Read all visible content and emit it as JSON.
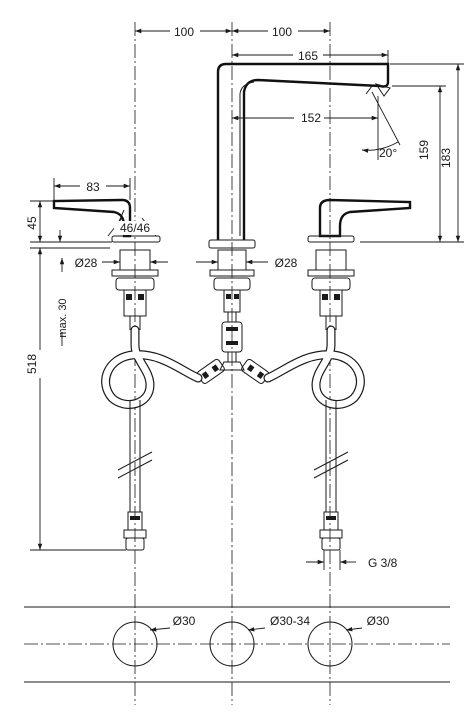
{
  "dimensions": {
    "spacing_left": "100",
    "spacing_right": "100",
    "spout_reach_total": "165",
    "spout_reach_outlet": "152",
    "spout_angle": "20°",
    "spout_outlet_height": "159",
    "spout_total_height": "183",
    "handle_length": "83",
    "handle_height": "45",
    "handle_rotation": "46/46",
    "diameter_left": "Ø28",
    "diameter_right": "Ø28",
    "max_thickness": "max. 30",
    "hose_length": "518",
    "connection_thread": "G 3/8",
    "hole_left": "Ø30",
    "hole_middle": "Ø30-34",
    "hole_right": "Ø30"
  }
}
